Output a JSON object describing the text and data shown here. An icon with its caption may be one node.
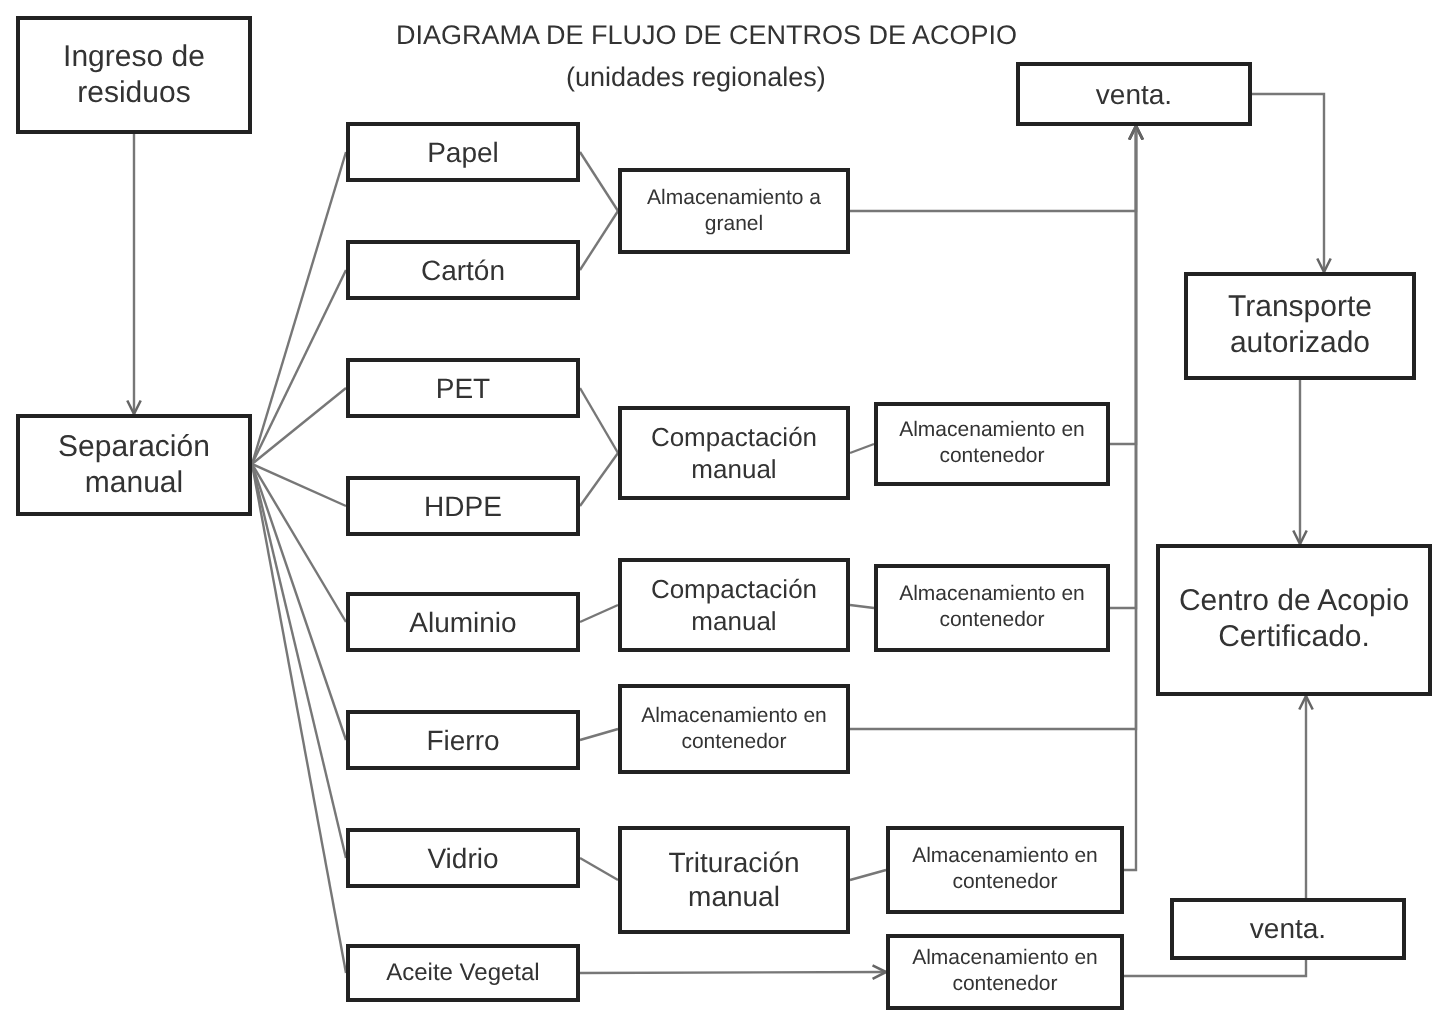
{
  "diagram": {
    "title": "DIAGRAMA DE FLUJO DE CENTROS DE ACOPIO",
    "nodes": [
      {
        "text": [
          "Ingreso de residuos"
        ]
      },
      {
        "text": [
          "Separación manual"
        ]
      },
      {
        "text": [
          "Papel"
        ]
      },
      {
        "text": [
          "Cartón"
        ]
      },
      {
        "text": [
          "PET"
        ]
      },
      {
        "text": [
          "HDPE"
        ]
      },
      {
        "text": [
          "Aluminio"
        ]
      },
      {
        "text": [
          "Fierro"
        ]
      },
      {
        "text": [
          "Vidrio"
        ]
      },
      {
        "text": [
          "Aceite Vegetal"
        ]
      },
      {
        "text": [
          "Almacenamiento a granel"
        ]
      },
      {
        "text": [
          "Compactación manual"
        ]
      },
      {
        "text": [
          "Almacenamiento en contenedor"
        ]
      },
      {
        "text": [
          "Compactación manual"
        ]
      },
      {
        "text": [
          "Almacenamiento en contenedor"
        ]
      },
      {
        "text": [
          "Almacenamiento en contenedor"
        ]
      },
      {
        "text": [
          "Trituración manual"
        ]
      },
      {
        "text": [
          "Almacenamiento en contenedor"
        ]
      },
      {
        "text": [
          "Almacenamiento en contenedor"
        ]
      },
      {
        "text": [
          "venta."
        ]
      },
      {
        "text": [
          "Transporte autorizado"
        ]
      },
      {
        "text": [
          "Centro de Acopio Certificado."
        ]
      },
      {
        "text": [
          "venta."
        ]
      }
    ],
    "edges": [
      {
        "from": 0,
        "to": 1,
        "arrow": "to"
      },
      {
        "from": 1,
        "to": 2,
        "arrow": "none"
      },
      {
        "from": 1,
        "to": 3,
        "arrow": "none"
      },
      {
        "from": 1,
        "to": 4,
        "arrow": "none"
      },
      {
        "from": 1,
        "to": 5,
        "arrow": "none"
      },
      {
        "from": 1,
        "to": 6,
        "arrow": "none"
      },
      {
        "from": 1,
        "to": 7,
        "arrow": "none"
      },
      {
        "from": 1,
        "to": 8,
        "arrow": "none"
      },
      {
        "from": 1,
        "to": 9,
        "arrow": "none"
      },
      {
        "from": 2,
        "to": 10,
        "arrow": "none"
      },
      {
        "from": 3,
        "to": 10,
        "arrow": "none"
      },
      {
        "from": 4,
        "to": 11,
        "arrow": "none"
      },
      {
        "from": 5,
        "to": 11,
        "arrow": "none"
      },
      {
        "from": 11,
        "to": 12,
        "arrow": "none"
      },
      {
        "from": 6,
        "to": 13,
        "arrow": "none"
      },
      {
        "from": 13,
        "to": 14,
        "arrow": "none"
      },
      {
        "from": 7,
        "to": 15,
        "arrow": "none"
      },
      {
        "from": 8,
        "to": 16,
        "arrow": "none"
      },
      {
        "from": 16,
        "to": 17,
        "arrow": "none"
      },
      {
        "from": 9,
        "to": 18,
        "arrow": "to"
      },
      {
        "from": 10,
        "to": 19,
        "arrow": "to"
      },
      {
        "from": 12,
        "to": 19,
        "arrow": "to"
      },
      {
        "from": 14,
        "to": 19,
        "arrow": "to"
      },
      {
        "from": 15,
        "to": 19,
        "arrow": "to"
      },
      {
        "from": 17,
        "to": 19,
        "arrow": "to"
      },
      {
        "from": 19,
        "to": 20,
        "arrow": "to"
      },
      {
        "from": 20,
        "to": 21,
        "arrow": "to"
      },
      {
        "from": 18,
        "to": 22,
        "arrow": "none"
      },
      {
        "from": 22,
        "to": 21,
        "arrow": "to"
      }
    ],
    "labels": [
      "(unidades regionales)"
    ]
  }
}
